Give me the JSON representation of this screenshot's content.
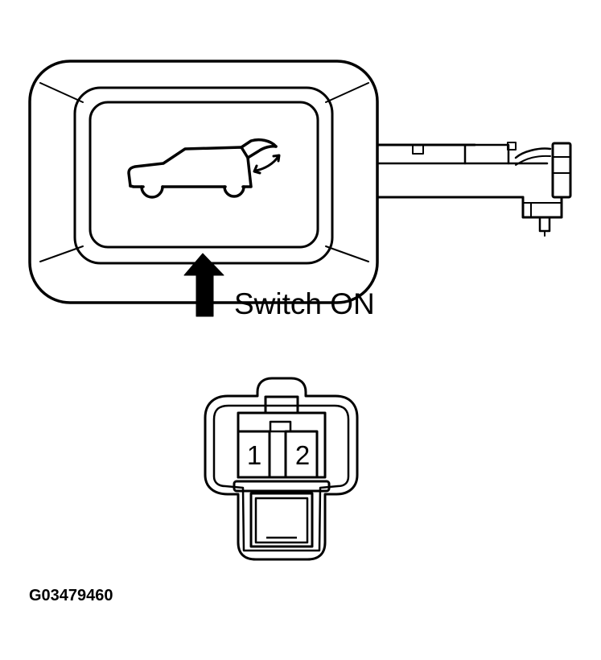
{
  "diagram": {
    "switch_label": "Switch ON",
    "figure_id": "G03479460",
    "pins": [
      {
        "number": "1"
      },
      {
        "number": "2"
      }
    ],
    "icons": {
      "switch_symbol": "vehicle-back-door-icon",
      "press_direction": "arrow-up-icon",
      "rotation": "curved-double-arrow-icon"
    },
    "colors": {
      "line": "#000000",
      "background": "#ffffff"
    }
  }
}
